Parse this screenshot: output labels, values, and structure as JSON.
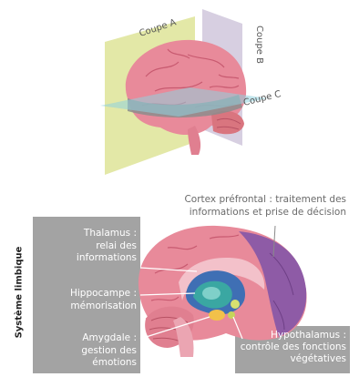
{
  "top_figure": {
    "coupe_a": "Coupe A",
    "coupe_b": "Coupe B",
    "coupe_c": "Coupe C"
  },
  "side_title": "Système limbique",
  "labels": {
    "cortex_line1": "Cortex préfrontal : traitement des",
    "cortex_line2": "informations et prise de décision",
    "thalamus_line1": "Thalamus :",
    "thalamus_line2": "relai des",
    "thalamus_line3": "informations",
    "hippocampe_line1": "Hippocampe :",
    "hippocampe_line2": "mémorisation",
    "amygdale_line1": "Amygdale :",
    "amygdale_line2": "gestion des",
    "amygdale_line3": "émotions",
    "hypothalamus_line1": "Hypothalamus :",
    "hypothalamus_line2": "contrôle des fonctions",
    "hypothalamus_line3": "végétatives"
  },
  "colors": {
    "brain": "#e88a9a",
    "purple": "#8e5ba6",
    "teal": "#3aa7a2",
    "blue": "#3f6fb4",
    "label_box": "#a3a3a3"
  }
}
